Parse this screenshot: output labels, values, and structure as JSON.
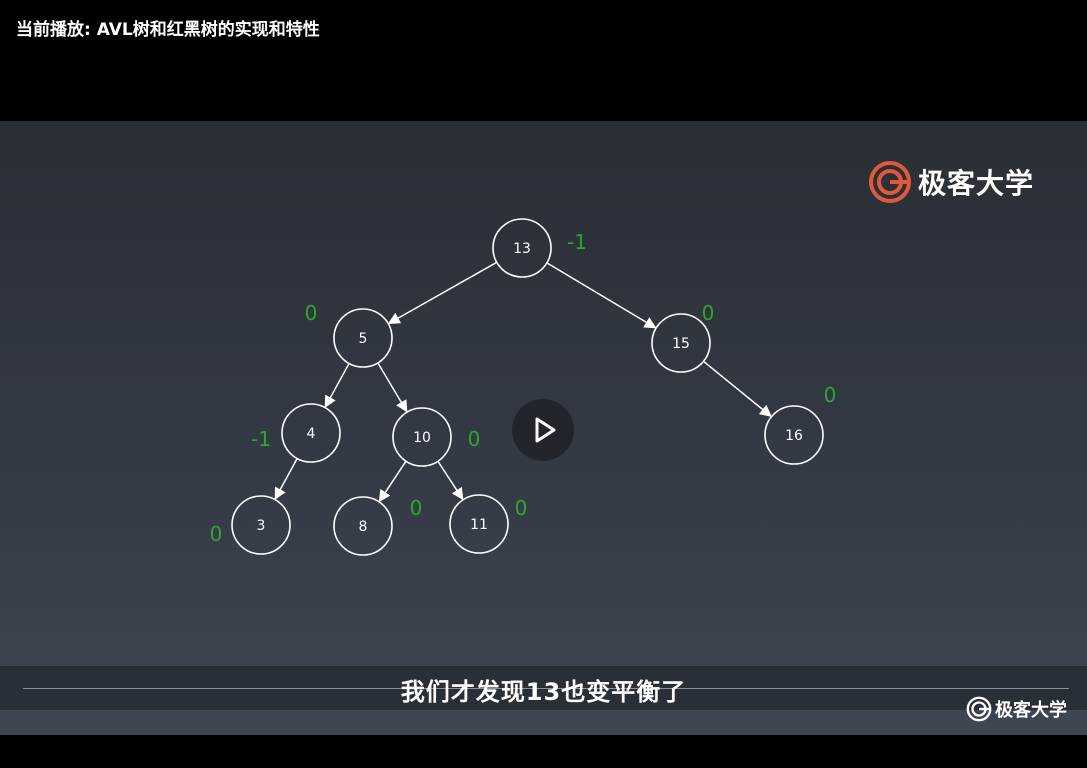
{
  "header": {
    "now_playing": "当前播放: AVL树和红黑树的实现和特性"
  },
  "brand": {
    "name": "极客大学",
    "watermark": "极客大学",
    "accent": "#e2593a"
  },
  "subtitle": "我们才发现13也变平衡了",
  "colors": {
    "balance_label": "#2fa52f",
    "node_stroke": "#ffffff",
    "bg_top": "#2a2e35",
    "bg_bottom": "#3e4653"
  },
  "tree": {
    "nodes": [
      {
        "id": "n13",
        "value": "13",
        "balance": "-1"
      },
      {
        "id": "n5",
        "value": "5",
        "balance": "0"
      },
      {
        "id": "n15",
        "value": "15",
        "balance": "0"
      },
      {
        "id": "n4",
        "value": "4",
        "balance": "-1"
      },
      {
        "id": "n10",
        "value": "10",
        "balance": "0"
      },
      {
        "id": "n16",
        "value": "16",
        "balance": "0"
      },
      {
        "id": "n3",
        "value": "3",
        "balance": "0"
      },
      {
        "id": "n8",
        "value": "8",
        "balance": "0"
      },
      {
        "id": "n11",
        "value": "11",
        "balance": "0"
      }
    ],
    "edges": [
      [
        "n13",
        "n5"
      ],
      [
        "n13",
        "n15"
      ],
      [
        "n5",
        "n4"
      ],
      [
        "n5",
        "n10"
      ],
      [
        "n15",
        "n16"
      ],
      [
        "n4",
        "n3"
      ],
      [
        "n10",
        "n8"
      ],
      [
        "n10",
        "n11"
      ]
    ]
  },
  "icons": {
    "play": "play-icon",
    "logo": "geek-logo-icon"
  }
}
